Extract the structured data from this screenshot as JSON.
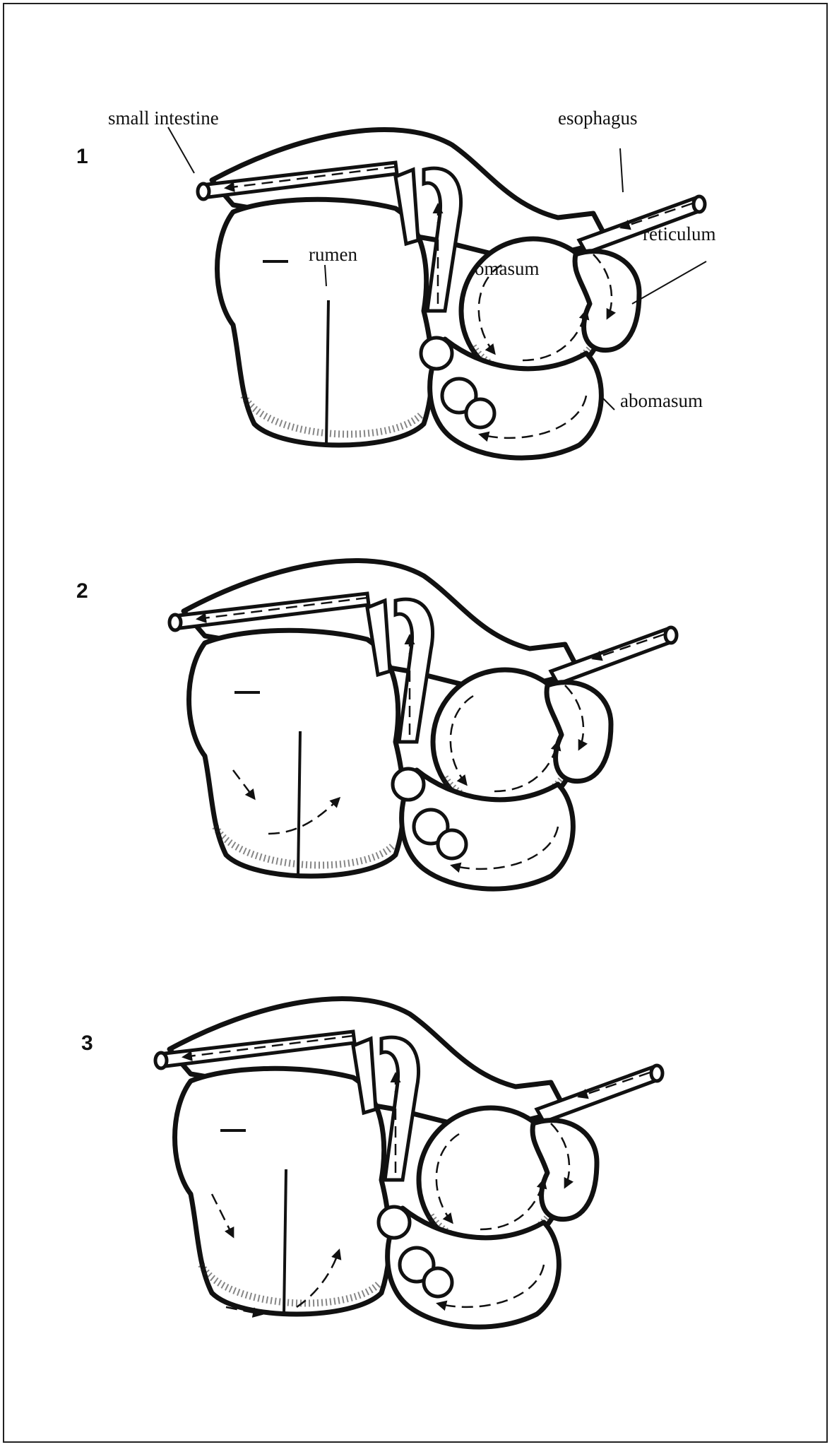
{
  "panels": [
    {
      "number": "1"
    },
    {
      "number": "2"
    },
    {
      "number": "3"
    }
  ],
  "labels": {
    "small_intestine": "small intestine",
    "esophagus": "esophagus",
    "reticulum": "reticulum",
    "rumen": "rumen",
    "omasum": "omasum",
    "abomasum": "abomasum"
  }
}
